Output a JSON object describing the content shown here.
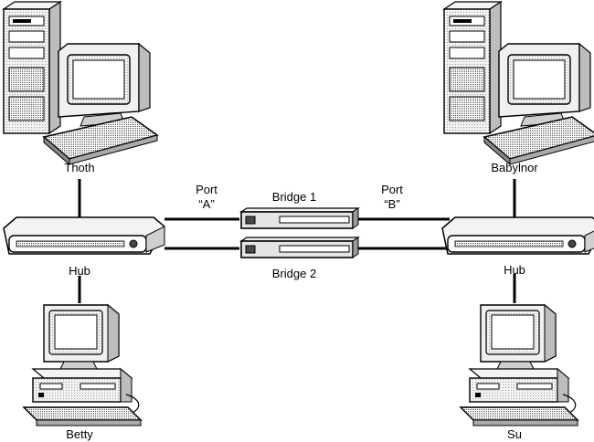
{
  "labels": {
    "thoth": "Thoth",
    "babylnor": "Babylnor",
    "betty": "Betty",
    "su": "Su",
    "hub_left": "Hub",
    "hub_right": "Hub",
    "bridge1": "Bridge 1",
    "bridge2": "Bridge 2",
    "port_a_word": "Port",
    "port_a_letter": "“A”",
    "port_b_word": "Port",
    "port_b_letter": "“B”"
  },
  "icons": {
    "tower_pc": "tower-computer-icon",
    "desktop_pc": "desktop-computer-icon",
    "hub": "network-hub-icon",
    "bridge": "network-bridge-icon"
  },
  "colors": {
    "line": "#000000",
    "device_fill": "#e6e6e6",
    "device_dark": "#4a4a4a"
  }
}
